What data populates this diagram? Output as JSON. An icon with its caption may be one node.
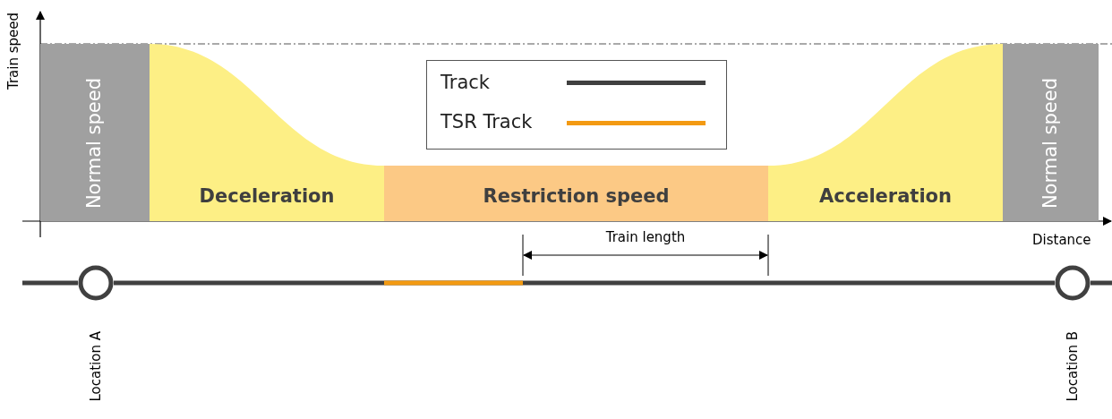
{
  "diagram": {
    "nodes": [
      {
        "text": [
          "Normal speed"
        ]
      },
      {
        "text": [
          "Deceleration"
        ]
      },
      {
        "text": [
          "Restriction speed"
        ]
      },
      {
        "text": [
          "Acceleration"
        ]
      },
      {
        "text": [
          "Normal speed"
        ]
      },
      {
        "text": [],
        "shape": "circle",
        "beside": [
          "Location A"
        ]
      },
      {
        "text": [],
        "shape": "circle",
        "beside": [
          "Location B"
        ]
      }
    ],
    "edges": [
      {
        "from": 5,
        "to": 6,
        "arrow": "none"
      }
    ],
    "labels": [
      "Train speed",
      "Distance",
      "Train length"
    ],
    "legend": [
      {
        "text": "Track"
      },
      {
        "text": "TSR Track"
      }
    ]
  }
}
